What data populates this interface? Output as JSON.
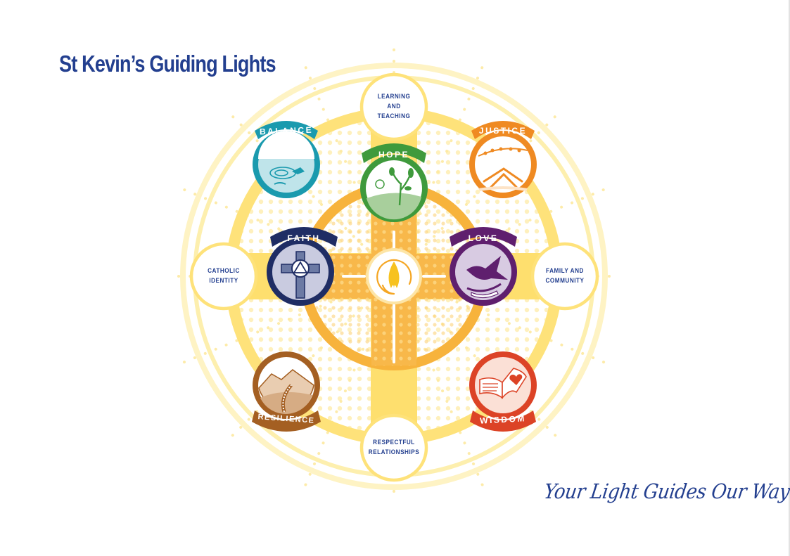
{
  "header": {
    "title": "St Kevin’s Guiding Lights"
  },
  "footer": {
    "tagline": "Your Light Guides Our Way"
  },
  "centre": {
    "icon": "candle-flame-icon",
    "colors": {
      "ring": "#f5a623",
      "flame": "#f7c21f"
    }
  },
  "values": [
    {
      "id": "learning",
      "lines": [
        "LEARNING",
        "AND",
        "TEACHING"
      ],
      "position": "top"
    },
    {
      "id": "catholic",
      "lines": [
        "CATHOLIC",
        "IDENTITY"
      ],
      "position": "left"
    },
    {
      "id": "family",
      "lines": [
        "FAMILY AND",
        "COMMUNITY"
      ],
      "position": "right"
    },
    {
      "id": "respectful",
      "lines": [
        "RESPECTFUL",
        "RELATIONSHIPS"
      ],
      "position": "bottom"
    }
  ],
  "badges": [
    {
      "id": "balance",
      "label": "BALANCE",
      "color": "#1a9aae",
      "light": "#bfe4ea",
      "icon": "water-ripple-leaf-icon"
    },
    {
      "id": "hope",
      "label": "HOPE",
      "color": "#3f9a3c",
      "light": "#a8cf9c",
      "icon": "sun-sapling-icon"
    },
    {
      "id": "justice",
      "label": "JUSTICE",
      "color": "#ef8a22",
      "light": "#fde3c6",
      "icon": "olive-branch-hands-icon"
    },
    {
      "id": "faith",
      "label": "FAITH",
      "color": "#1f2d64",
      "light": "#c9cbe0",
      "icon": "cross-trinity-knot-icon"
    },
    {
      "id": "love",
      "label": "LOVE",
      "color": "#5f1f6e",
      "light": "#d8cbe2",
      "icon": "dove-hand-icon"
    },
    {
      "id": "resilience",
      "label": "RESILIENCE",
      "color": "#a45f22",
      "light": "#e9cdb1",
      "icon": "mountain-path-icon"
    },
    {
      "id": "wisdom",
      "label": "WISDOM",
      "color": "#dc4326",
      "light": "#fbe0d6",
      "icon": "open-book-heart-icon"
    }
  ],
  "colors": {
    "title": "#233f8f",
    "yellow": "#fde26a",
    "paleYellow": "#fdf0b0",
    "orange": "#f7b33c"
  }
}
